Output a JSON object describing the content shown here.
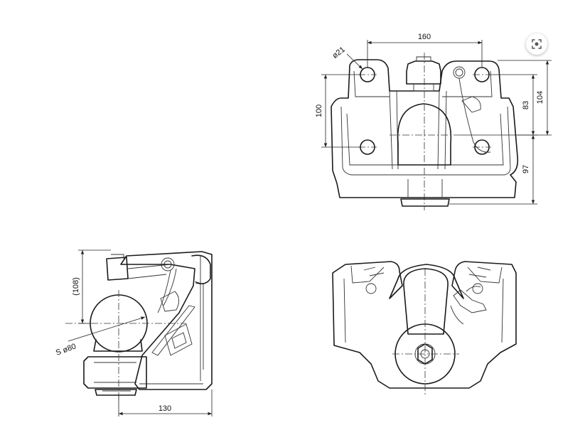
{
  "dimensions": {
    "top_width": "160",
    "hole_diameter": "ø21",
    "height_100": "100",
    "height_83": "83",
    "height_104": "104",
    "height_97": "97",
    "side_height": "(108)",
    "ball_diameter": "S ø80",
    "side_width": "130"
  },
  "toolbar": {
    "lens_icon": "lens-icon"
  }
}
